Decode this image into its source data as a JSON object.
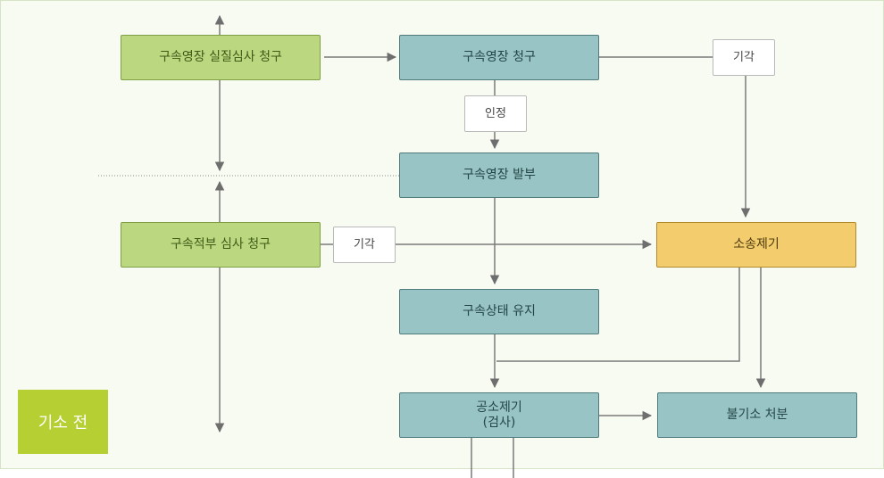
{
  "section_label": "기소 전",
  "nodes": {
    "green_arrest_warrant_review": "구속영장 실질심사 청구",
    "teal_arrest_warrant_request": "구속영장  청구",
    "teal_arrest_warrant_issue": "구속영장  발부",
    "green_detention_review": "구속적부 심사 청구",
    "yellow_litigation_filing": "소송제기",
    "teal_detention_maintain": "구속상태  유지",
    "teal_prosecution_line1": "공소제기",
    "teal_prosecution_line2": "(검사)",
    "teal_non_prosecution": "불기소 처분"
  },
  "edge_labels": {
    "rejected_top": "기각",
    "approved": "인정",
    "rejected_middle": "기각"
  },
  "colors": {
    "green": "#bbd780",
    "teal": "#98c4c5",
    "yellow": "#f3cc6e",
    "label_green": "#b6cf32"
  }
}
